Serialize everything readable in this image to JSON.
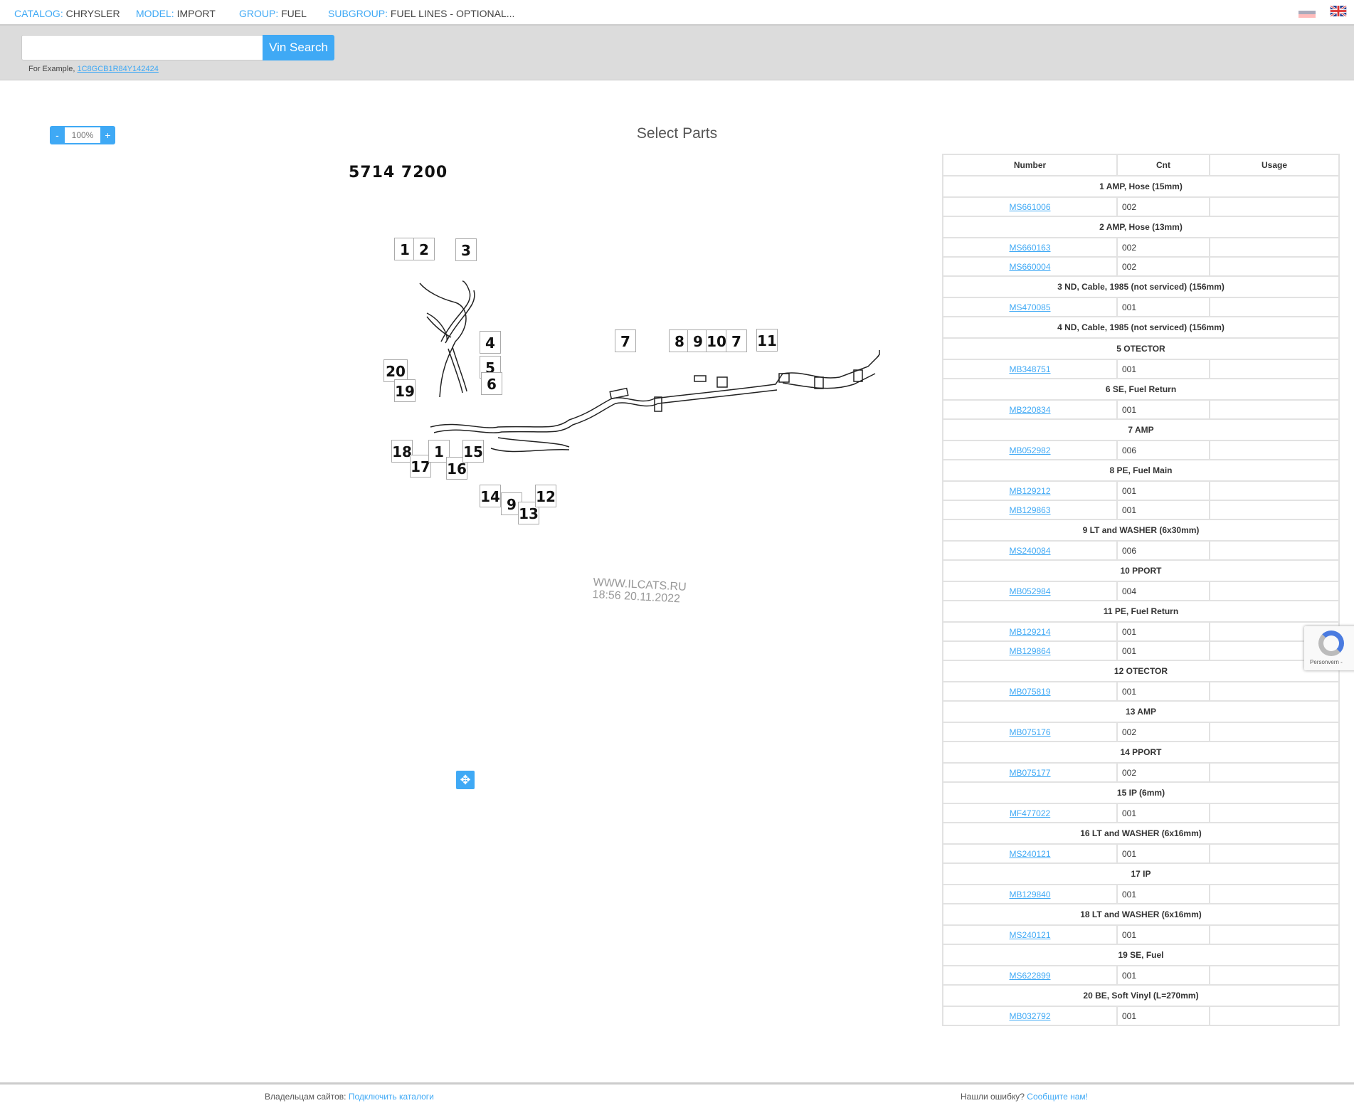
{
  "breadcrumb": [
    {
      "key": "CATALOG:",
      "value": "CHRYSLER"
    },
    {
      "key": "MODEL:",
      "value": "IMPORT"
    },
    {
      "key": "GROUP:",
      "value": "FUEL"
    },
    {
      "key": "SUBGROUP:",
      "value": "FUEL LINES - OPTIONAL..."
    }
  ],
  "languages": [
    "ru-flag-icon",
    "uk-flag-icon"
  ],
  "vin": {
    "placeholder": "",
    "button": "Vin Search",
    "example_label": "For Example,",
    "example_vin": "1C8GCB1R84Y142424"
  },
  "zoom": {
    "minus": "-",
    "value": "100%",
    "plus": "+"
  },
  "page_title": "Select Parts",
  "diagram": {
    "number": "5714 7200",
    "callouts": [
      "1",
      "2",
      "3",
      "4",
      "5",
      "6",
      "20",
      "19",
      "18",
      "17",
      "1",
      "16",
      "15",
      "14",
      "9",
      "13",
      "12",
      "7",
      "8",
      "9",
      "10",
      "7",
      "11"
    ],
    "watermark_line1": "WWW.ILCATS.RU",
    "watermark_line2": "18:56 20.11.2022"
  },
  "table": {
    "headers": [
      "Number",
      "Cnt",
      "Usage"
    ],
    "groups": [
      {
        "title": "1 AMP, Hose (15mm)",
        "parts": [
          {
            "number": "MS661006",
            "cnt": "002"
          }
        ]
      },
      {
        "title": "2 AMP, Hose (13mm)",
        "parts": [
          {
            "number": "MS660163",
            "cnt": "002"
          },
          {
            "number": "MS660004",
            "cnt": "002"
          }
        ]
      },
      {
        "title": "3 ND, Cable, 1985 (not serviced) (156mm)",
        "parts": [
          {
            "number": "MS470085",
            "cnt": "001"
          }
        ]
      },
      {
        "title": "4 ND, Cable, 1985 (not serviced) (156mm)",
        "parts": []
      },
      {
        "title": "5 OTECTOR",
        "parts": [
          {
            "number": "MB348751",
            "cnt": "001"
          }
        ]
      },
      {
        "title": "6 SE, Fuel Return",
        "parts": [
          {
            "number": "MB220834",
            "cnt": "001"
          }
        ]
      },
      {
        "title": "7 AMP",
        "parts": [
          {
            "number": "MB052982",
            "cnt": "006"
          }
        ]
      },
      {
        "title": "8 PE, Fuel Main",
        "parts": [
          {
            "number": "MB129212",
            "cnt": "001"
          },
          {
            "number": "MB129863",
            "cnt": "001"
          }
        ]
      },
      {
        "title": "9 LT and WASHER (6x30mm)",
        "parts": [
          {
            "number": "MS240084",
            "cnt": "006"
          }
        ]
      },
      {
        "title": "10 PPORT",
        "parts": [
          {
            "number": "MB052984",
            "cnt": "004"
          }
        ]
      },
      {
        "title": "11 PE, Fuel Return",
        "parts": [
          {
            "number": "MB129214",
            "cnt": "001"
          },
          {
            "number": "MB129864",
            "cnt": "001"
          }
        ]
      },
      {
        "title": "12 OTECTOR",
        "parts": [
          {
            "number": "MB075819",
            "cnt": "001"
          }
        ]
      },
      {
        "title": "13 AMP",
        "parts": [
          {
            "number": "MB075176",
            "cnt": "002"
          }
        ]
      },
      {
        "title": "14 PPORT",
        "parts": [
          {
            "number": "MB075177",
            "cnt": "002"
          }
        ]
      },
      {
        "title": "15 IP (6mm)",
        "parts": [
          {
            "number": "MF477022",
            "cnt": "001"
          }
        ]
      },
      {
        "title": "16 LT and WASHER (6x16mm)",
        "parts": [
          {
            "number": "MS240121",
            "cnt": "001"
          }
        ]
      },
      {
        "title": "17 IP",
        "parts": [
          {
            "number": "MB129840",
            "cnt": "001"
          }
        ]
      },
      {
        "title": "18 LT and WASHER (6x16mm)",
        "parts": [
          {
            "number": "MS240121",
            "cnt": "001"
          }
        ]
      },
      {
        "title": "19 SE, Fuel",
        "parts": [
          {
            "number": "MS622899",
            "cnt": "001"
          }
        ]
      },
      {
        "title": "20 BE, Soft Vinyl (L=270mm)",
        "parts": [
          {
            "number": "MB032792",
            "cnt": "001"
          }
        ]
      }
    ]
  },
  "recaptcha": {
    "text": "Personvern -"
  },
  "footer": {
    "left_label": "Владельцам сайтов:",
    "left_link": "Подключить каталоги",
    "right_label": "Нашли ошибку?",
    "right_link": "Сообщите нам!"
  }
}
